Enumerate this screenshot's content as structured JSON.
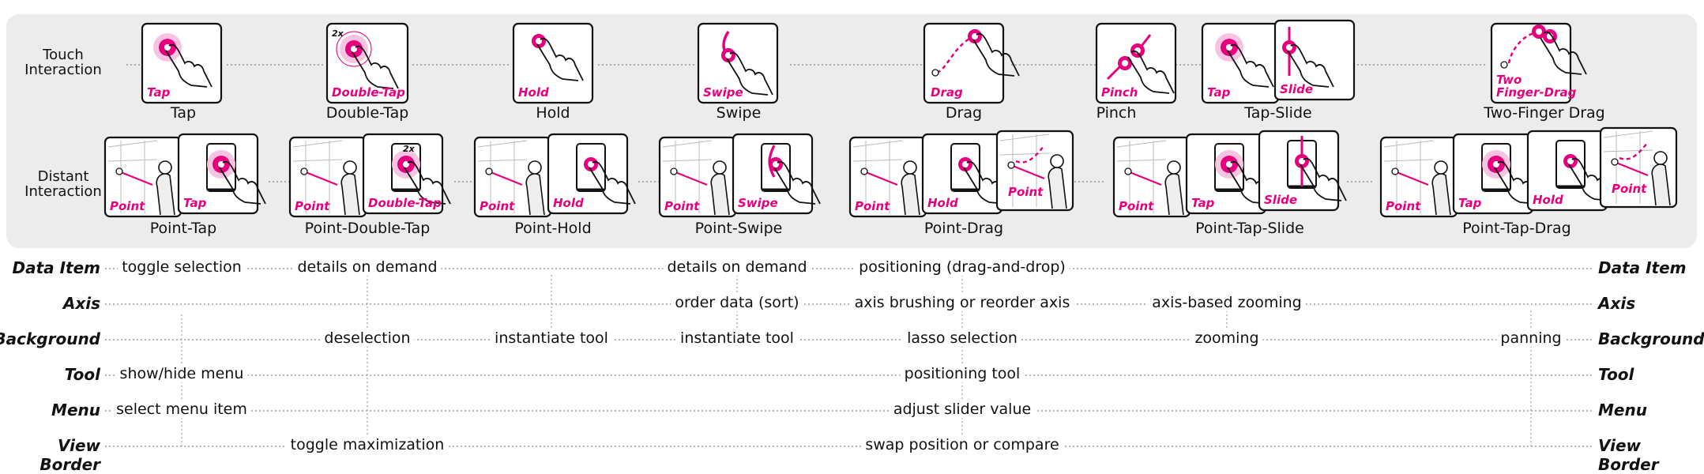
{
  "colors": {
    "accent": "#e6007e",
    "panel": "#ececec",
    "stroke": "#111111"
  },
  "row_titles": {
    "touch": [
      "Touch",
      "Interaction"
    ],
    "distant": [
      "Distant",
      "Interaction"
    ]
  },
  "touch_interactions": [
    {
      "label": "Tap",
      "cards": [
        "Tap"
      ]
    },
    {
      "label": "Double-Tap",
      "cards": [
        "Double-Tap"
      ],
      "badge": "2x"
    },
    {
      "label": "Hold",
      "cards": [
        "Hold"
      ]
    },
    {
      "label": "Swipe",
      "cards": [
        "Swipe"
      ]
    },
    {
      "label": "Drag",
      "cards": [
        "Drag"
      ]
    },
    {
      "label": "Pinch",
      "cards": [
        "Pinch"
      ]
    },
    {
      "label": "Tap-Slide",
      "cards": [
        "Tap",
        "Slide"
      ]
    },
    {
      "label": "Two-Finger Drag",
      "cards": [
        "Two Finger-Drag"
      ]
    }
  ],
  "distant_interactions": [
    {
      "label": "Point-Tap",
      "cards": [
        "Point",
        "Tap"
      ]
    },
    {
      "label": "Point-Double-Tap",
      "cards": [
        "Point",
        "Double-Tap"
      ],
      "badge": "2x"
    },
    {
      "label": "Point-Hold",
      "cards": [
        "Point",
        "Hold"
      ]
    },
    {
      "label": "Point-Swipe",
      "cards": [
        "Point",
        "Swipe"
      ]
    },
    {
      "label": "Point-Drag",
      "cards": [
        "Point",
        "Hold",
        "Point"
      ]
    },
    {
      "label": "Point-Tap-Slide",
      "cards": [
        "Point",
        "Tap",
        "Slide"
      ]
    },
    {
      "label": "Point-Tap-Drag",
      "cards": [
        "Point",
        "Tap",
        "Hold",
        "Point"
      ]
    }
  ],
  "targets": [
    "Data Item",
    "Axis",
    "Background",
    "Tool",
    "Menu",
    "View Border"
  ],
  "mapping": {
    "data_item": [
      "toggle selection",
      "details on demand",
      "details on demand",
      "positioning (drag-and-drop)"
    ],
    "axis": [
      "order data (sort)",
      "axis brushing or reorder axis",
      "axis-based zooming"
    ],
    "background": [
      "deselection",
      "instantiate tool",
      "instantiate tool",
      "lasso selection",
      "zooming",
      "panning"
    ],
    "tool": [
      "show/hide menu",
      "positioning tool"
    ],
    "menu": [
      "select menu item",
      "adjust slider value"
    ],
    "view_border": [
      "toggle maximization",
      "swap position or compare"
    ]
  }
}
